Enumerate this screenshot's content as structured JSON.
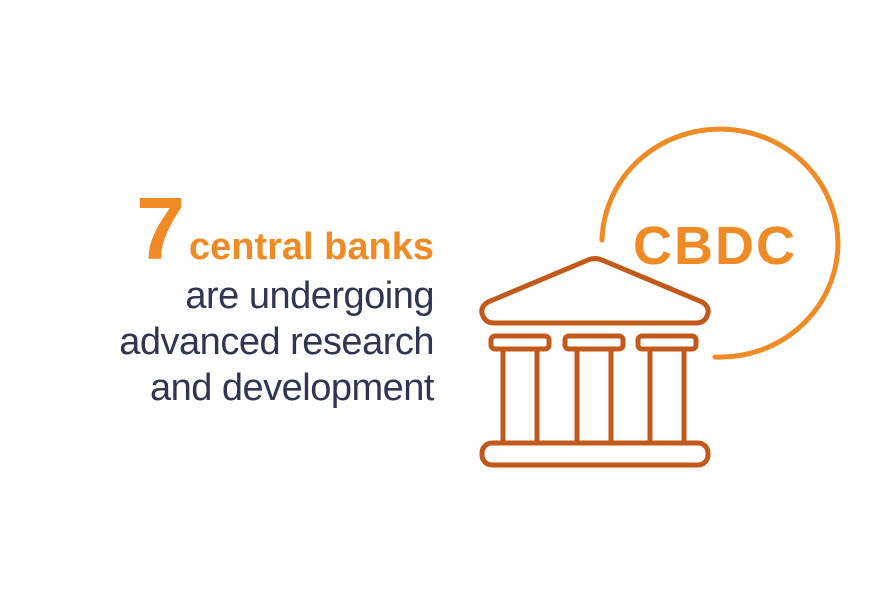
{
  "stat": {
    "number": "7",
    "lead": "central banks",
    "lines": [
      "are undergoing",
      "advanced research",
      "and development"
    ]
  },
  "badge": {
    "label": "CBDC"
  },
  "icons": {
    "bank": "bank-building-icon",
    "badge_circle": "circle-outline-icon"
  },
  "colors": {
    "accent_orange": "#f08a24",
    "icon_brown": "#c2581a",
    "text_navy": "#2f3553"
  }
}
